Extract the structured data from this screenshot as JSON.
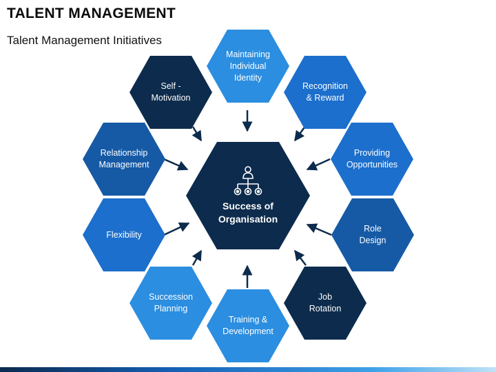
{
  "header": {
    "title": "TALENT MANAGEMENT",
    "subtitle": "Talent Management Initiatives"
  },
  "center": {
    "label": "Success of\nOrganisation",
    "icon": "org-hierarchy-icon",
    "color": "#0d2b4c"
  },
  "nodes": [
    {
      "id": "maintaining-identity",
      "label": "Maintaining\nIndividual\nIdentity",
      "color": "#2b8ee0"
    },
    {
      "id": "recognition-reward",
      "label": "Recognition\n& Reward",
      "color": "#1c6fcc"
    },
    {
      "id": "providing-opportunities",
      "label": "Providing\nOpportunities",
      "color": "#1c6fcc"
    },
    {
      "id": "role-design",
      "label": "Role\nDesign",
      "color": "#165aa6"
    },
    {
      "id": "job-rotation",
      "label": "Job\nRotation",
      "color": "#0d2b4c"
    },
    {
      "id": "training-development",
      "label": "Training &\nDevelopment",
      "color": "#2b8ee0"
    },
    {
      "id": "succession-planning",
      "label": "Succession\nPlanning",
      "color": "#2b8ee0"
    },
    {
      "id": "flexibility",
      "label": "Flexibility",
      "color": "#1c6fcc"
    },
    {
      "id": "relationship-management",
      "label": "Relationship\nManagement",
      "color": "#165aa6"
    },
    {
      "id": "self-motivation",
      "label": "Self -\nMotivation",
      "color": "#0d2b4c"
    }
  ],
  "colors": {
    "arrow": "#0d2b4c",
    "bar_dark": "#0b2a4f",
    "bar_light": "#bfe2f8"
  }
}
